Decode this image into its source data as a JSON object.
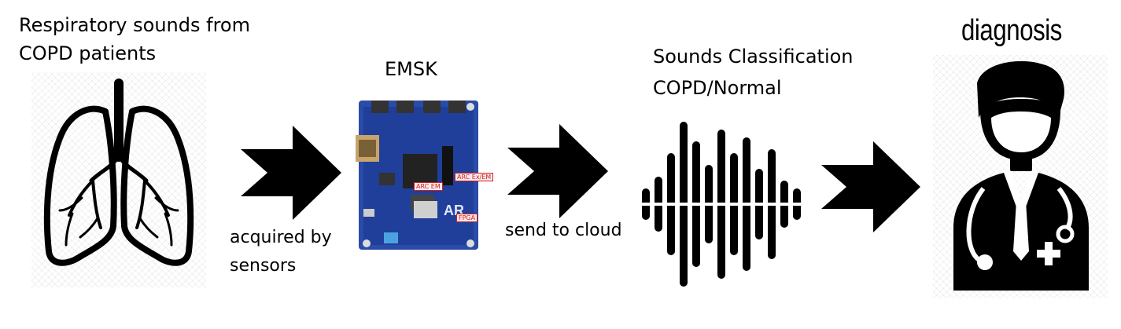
{
  "steps": {
    "source": {
      "title_line1": "Respiratory sounds from",
      "title_line2": "COPD patients",
      "icon": "lungs-icon"
    },
    "device": {
      "title": "EMSK",
      "icon": "circuit-board-photo",
      "board_labels": [
        "ARC EM",
        "ARC Ex/EM",
        "FPGA"
      ]
    },
    "classify": {
      "title_line1": "Sounds Classification",
      "title_line2": "COPD/Normal",
      "icon": "sound-wave-icon"
    },
    "result": {
      "title": "diagnosis",
      "icon": "doctor-icon"
    }
  },
  "arrows": [
    {
      "label_line1": "acquired by",
      "label_line2": "sensors"
    },
    {
      "label_line1": "send to cloud",
      "label_line2": ""
    },
    {
      "label_line1": "",
      "label_line2": ""
    }
  ],
  "colors": {
    "arrow": "#000000",
    "board_blue": "#1f3f9a",
    "label_red": "#d12020"
  }
}
